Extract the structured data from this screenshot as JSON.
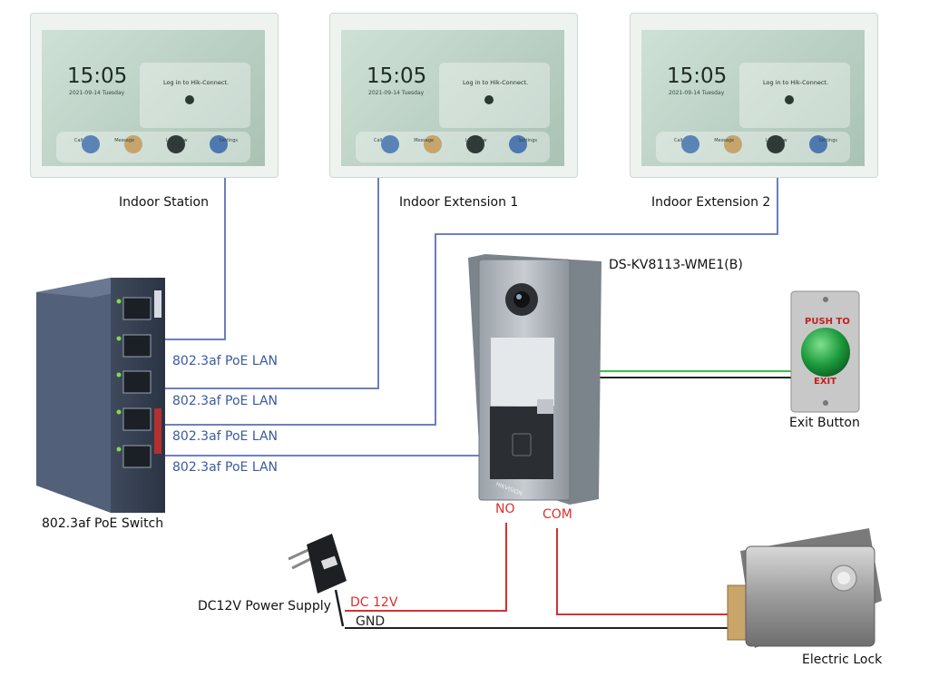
{
  "monitors": [
    {
      "time": "15:05",
      "date": "2021-09-14  Tuesday",
      "login": "Log in to Hik-Connect.",
      "dock": [
        "Call",
        "Message",
        "Live View",
        "Settings"
      ]
    },
    {
      "time": "15:05",
      "date": "2021-09-14  Tuesday",
      "login": "Log in to Hik-Connect.",
      "dock": [
        "Call",
        "Message",
        "Live View",
        "Settings"
      ]
    },
    {
      "time": "15:05",
      "date": "2021-09-14  Tuesday",
      "login": "Log in to Hik-Connect.",
      "dock": [
        "Call",
        "Message",
        "Live View",
        "Settings"
      ]
    }
  ],
  "labels": {
    "indoor_station": "Indoor Station",
    "indoor_ext1": "Indoor Extension 1",
    "indoor_ext2": "Indoor Extension 2",
    "door_station": "DS-KV8113-WME1(B)",
    "exit_button": "Exit Button",
    "poe_switch": "802.3af PoE Switch",
    "power_supply": "DC12V Power Supply",
    "electric_lock": "Electric Lock"
  },
  "lan_labels": [
    "802.3af PoE LAN",
    "802.3af PoE LAN",
    "802.3af PoE LAN",
    "802.3af PoE LAN"
  ],
  "wiring": {
    "no": "NO",
    "com": "COM",
    "dc12v": "DC 12V",
    "gnd": "GND"
  },
  "exit_plate": {
    "top": "PUSH TO",
    "bottom": "EXIT"
  },
  "door_brand": "HIKVISION",
  "colors": {
    "lan_line": "#5b6fb8",
    "power_line": "#d93030",
    "gnd_line": "#222222",
    "green_wire": "#3bbf4a"
  }
}
